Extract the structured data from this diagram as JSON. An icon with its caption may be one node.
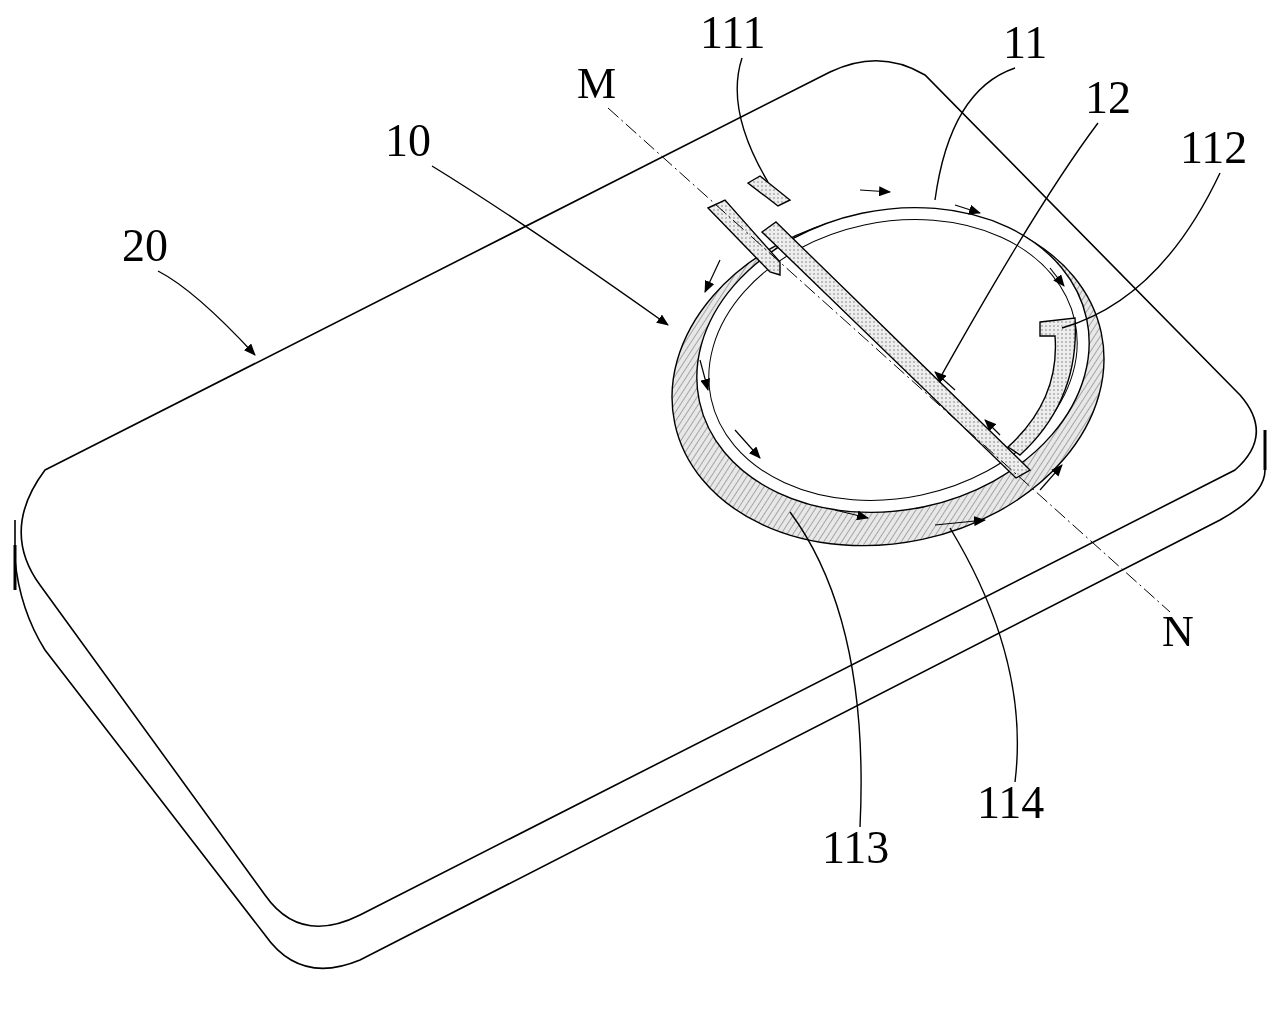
{
  "diagram": {
    "nodes": [
      {
        "text": [
          "111"
        ]
      },
      {
        "text": [
          "11"
        ]
      },
      {
        "text": [
          "12"
        ]
      },
      {
        "text": [
          "112"
        ]
      },
      {
        "text": [
          "10"
        ]
      },
      {
        "text": [
          "20"
        ]
      },
      {
        "text": [
          "113"
        ]
      },
      {
        "text": [
          "114"
        ]
      },
      {
        "text": [],
        "shape": "circle"
      }
    ],
    "edges": [
      {
        "from": 0,
        "to": 8,
        "arrow": "none"
      },
      {
        "from": 1,
        "to": 8,
        "arrow": "none"
      },
      {
        "from": 2,
        "to": 8,
        "arrow": "none"
      },
      {
        "from": 3,
        "to": 8,
        "arrow": "none"
      },
      {
        "from": 4,
        "to": 8,
        "arrow": "to"
      },
      {
        "from": 5,
        "to": null,
        "arrow": "to"
      },
      {
        "from": 6,
        "to": 8,
        "arrow": "none"
      },
      {
        "from": 7,
        "to": 8,
        "arrow": "none"
      }
    ],
    "labels": [
      "M",
      "N"
    ]
  }
}
